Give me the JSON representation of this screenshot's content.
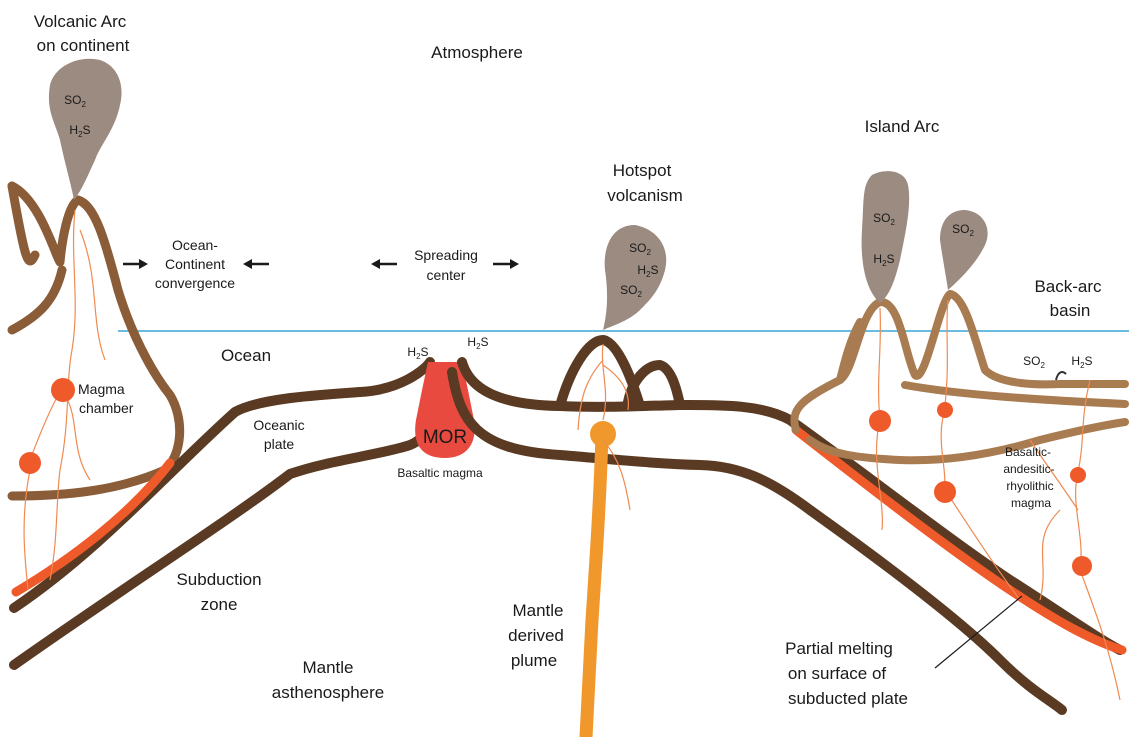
{
  "colors": {
    "crust_dark": "#5a3a22",
    "crust_light": "#a87b50",
    "plume": "#f0982c",
    "mor": "#e84a3f",
    "magma_spot": "#ef5a2a",
    "melt_band": "#ef5a2a",
    "veins": "#f08a50",
    "gas_cloud": "#9c8b80",
    "sea_level": "#3aa5d8",
    "arrow": "#1a1a1a"
  },
  "labels": {
    "volcanic_arc_line1": "Volcanic Arc",
    "volcanic_arc_line2": "on continent",
    "atmosphere": "Atmosphere",
    "island_arc": "Island Arc",
    "hotspot_line1": "Hotspot",
    "hotspot_line2": "volcanism",
    "ocean_continent_line1": "Ocean-",
    "ocean_continent_line2": "Continent",
    "ocean_continent_line3": "convergence",
    "spreading_line1": "Spreading",
    "spreading_line2": "center",
    "back_arc_line1": "Back-arc",
    "back_arc_line2": "basin",
    "ocean": "Ocean",
    "magma_chamber_line1": "Magma",
    "magma_chamber_line2": "chamber",
    "oceanic_plate_line1": "Oceanic",
    "oceanic_plate_line2": "plate",
    "mor": "MOR",
    "basaltic_magma": "Basaltic magma",
    "subduction_line1": "Subduction",
    "subduction_line2": "zone",
    "mantle_asth_line1": "Mantle",
    "mantle_asth_line2": "asthenosphere",
    "plume_line1": "Mantle",
    "plume_line2": "derived",
    "plume_line3": "plume",
    "partial_line1": "Partial melting",
    "partial_line2": "on surface of",
    "partial_line3": "subducted plate",
    "basaltic_rhyo_line1": "Basaltic-",
    "basaltic_rhyo_line2": "andesitic-",
    "basaltic_rhyo_line3": "rhyolithic",
    "basaltic_rhyo_line4": "magma"
  },
  "gases": {
    "so": "SO",
    "hs_h": "H",
    "hs_s": "S",
    "sub2": "2"
  }
}
